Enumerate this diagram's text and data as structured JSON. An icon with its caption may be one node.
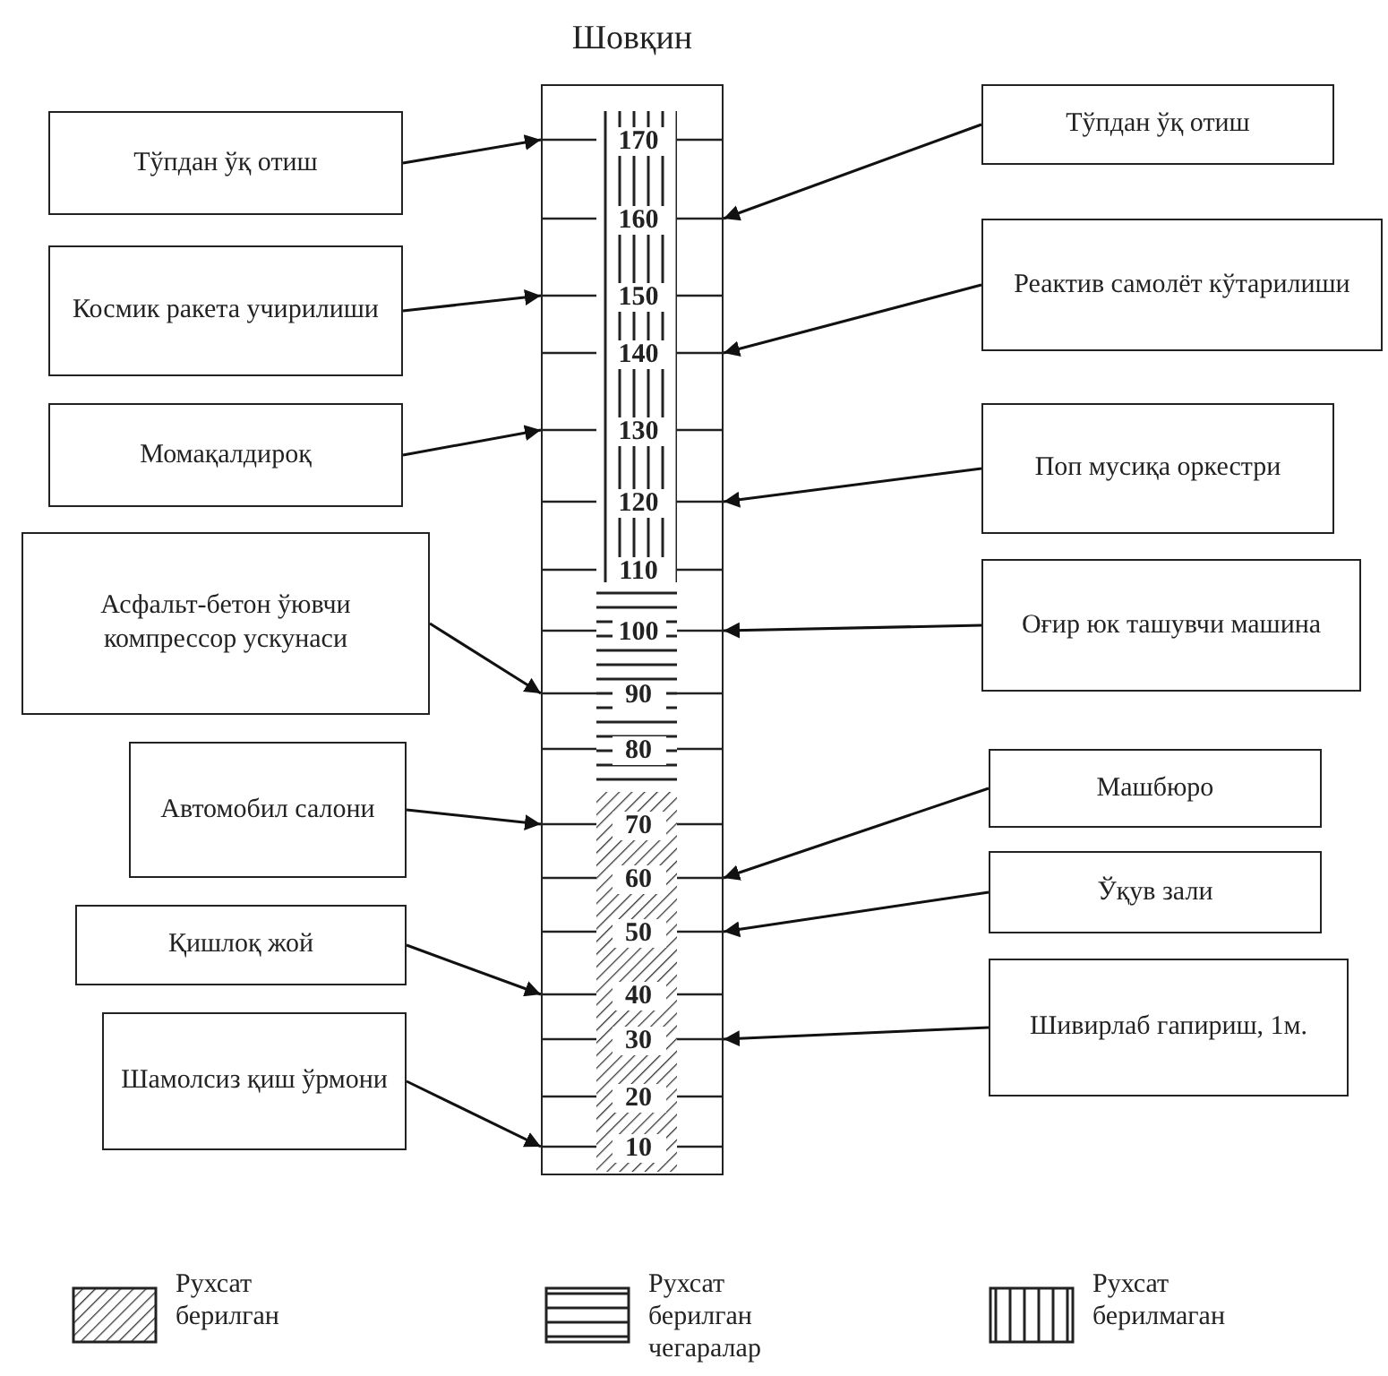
{
  "diagram": {
    "nodes": [
      {
        "text": [
          "Шовқин"
        ]
      },
      {
        "text": [
          "Тўпдан ўқ отиш"
        ]
      },
      {
        "text": [
          "Тўпдан ўқ отиш"
        ]
      },
      {
        "text": [
          "Космик ракета учирилиши"
        ]
      },
      {
        "text": [
          "Реактив самолёт кўтарилиши"
        ]
      },
      {
        "text": [
          "Момақалдироқ"
        ]
      },
      {
        "text": [
          "Поп мусиқа оркестри"
        ]
      },
      {
        "text": [
          "Асфальт-бетон ўювчи компрессор ускунаси"
        ]
      },
      {
        "text": [
          "Оғир юк ташувчи машина"
        ]
      },
      {
        "text": [
          "Автомобил салони"
        ]
      },
      {
        "text": [
          "Машбюро"
        ]
      },
      {
        "text": [
          "Ўқув зали"
        ]
      },
      {
        "text": [
          "Қишлоқ жой"
        ]
      },
      {
        "text": [
          "Шивирлаб гапириш, 1м."
        ]
      },
      {
        "text": [
          "Шамолсиз қиш ўрмони"
        ]
      }
    ],
    "edges": [
      {
        "from": 1,
        "to": 0,
        "arrow": "to"
      },
      {
        "from": 2,
        "to": 0,
        "arrow": "to"
      },
      {
        "from": 3,
        "to": 0,
        "arrow": "to"
      },
      {
        "from": 4,
        "to": 0,
        "arrow": "to"
      },
      {
        "from": 5,
        "to": 0,
        "arrow": "to"
      },
      {
        "from": 6,
        "to": 0,
        "arrow": "to"
      },
      {
        "from": 7,
        "to": 0,
        "arrow": "to"
      },
      {
        "from": 8,
        "to": 0,
        "arrow": "to"
      },
      {
        "from": 9,
        "to": 0,
        "arrow": "to"
      },
      {
        "from": 10,
        "to": 0,
        "arrow": "to"
      },
      {
        "from": 11,
        "to": 0,
        "arrow": "to"
      },
      {
        "from": 12,
        "to": 0,
        "arrow": "to"
      },
      {
        "from": 13,
        "to": 0,
        "arrow": "to"
      },
      {
        "from": 14,
        "to": 0,
        "arrow": "to"
      }
    ],
    "labels": [
      "170",
      "160",
      "150",
      "140",
      "130",
      "120",
      "110",
      "100",
      "90",
      "80",
      "70",
      "60",
      "50",
      "40",
      "30",
      "20",
      "10"
    ],
    "legend": [
      {
        "text": "Рухсат берилган"
      },
      {
        "text": "Рухсат берилган чегаралар"
      },
      {
        "text": "Рухсат берилмаган"
      }
    ]
  }
}
